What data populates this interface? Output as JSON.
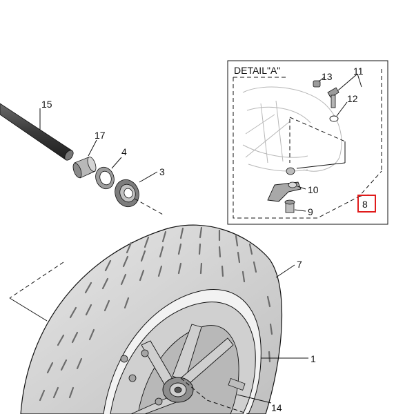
{
  "detail": {
    "title": "DETAIL\"A\""
  },
  "parts": {
    "p1": "1",
    "p3": "3",
    "p4": "4",
    "p7": "7",
    "p8": "8",
    "p9": "9",
    "p10": "10",
    "p11": "11",
    "p12": "12",
    "p13": "13",
    "p14": "14",
    "p15": "15",
    "p17": "17"
  },
  "colors": {
    "highlight": "#e01b1b",
    "tire": "#d6d6d6",
    "rim": "#bdbdbd",
    "metal": "#9a9a9a"
  }
}
